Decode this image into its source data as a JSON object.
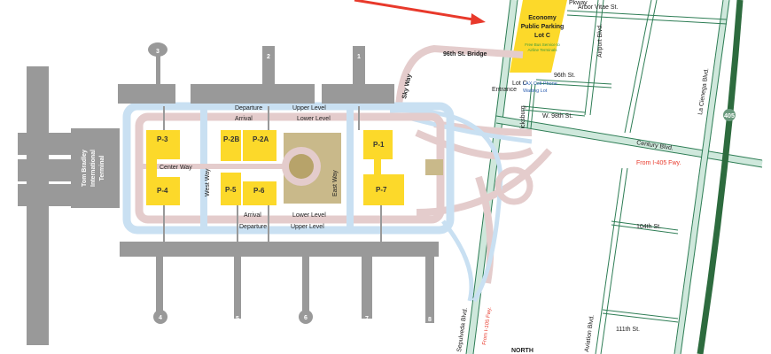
{
  "terminals": {
    "t1": "1",
    "t2": "2",
    "t3": "3",
    "t4": "4",
    "t5": "5",
    "t6": "6",
    "t7": "7",
    "t8": "8",
    "tbit": [
      "Tom Bradley",
      "International",
      "Terminal"
    ]
  },
  "parking": {
    "p1": "P-1",
    "p2a": "P-2A",
    "p2b": "P-2B",
    "p3": "P-3",
    "p4": "P-4",
    "p5": "P-5",
    "p6": "P-6",
    "p7": "P-7"
  },
  "roads": {
    "departure": "Departure",
    "upper_level": "Upper Level",
    "arrival": "Arrival",
    "lower_level": "Lower Level",
    "center_way": "Center Way",
    "west_way": "West Way",
    "east_way": "East Way",
    "sky_way": "Sky Way",
    "bridge": "96th St. Bridge",
    "sepulveda": "Sepulveda Blvd.",
    "airport": "Airport Blvd.",
    "aviation": "Aviation Blvd.",
    "la_cienega": "La Cienega Blvd.",
    "century": "Century Blvd.",
    "arbor_vitae": "Arbor Vitae St.",
    "pkway": "Pkway",
    "st96": "96th St.",
    "w98": "W. 98th St.",
    "vicksburg": "Vicksburg",
    "st104": "104th St.",
    "st111": "111th St.",
    "i405": "405",
    "north": "NORTH"
  },
  "economy_lot": {
    "title": [
      "Economy",
      "Public Parking",
      "Lot C"
    ],
    "shuttle": [
      "Free Bus Service to",
      "Airline Terminals"
    ],
    "entrance": [
      "Lot C",
      "Entrance"
    ],
    "cell_lot": [
      "LAX Cell Phone",
      "Waiting Lot"
    ]
  },
  "directions": {
    "from_405": "From I-405 Fwy.",
    "from_105": "From I-105 Fwy."
  },
  "colors": {
    "parking": "#fcd92a",
    "terminal": "#999999",
    "upper": "#c9e0f2",
    "lower": "#e4cccc",
    "street": "#cfe8dc",
    "freeway": "#2d6b3e",
    "arrow": "#e8392b"
  }
}
